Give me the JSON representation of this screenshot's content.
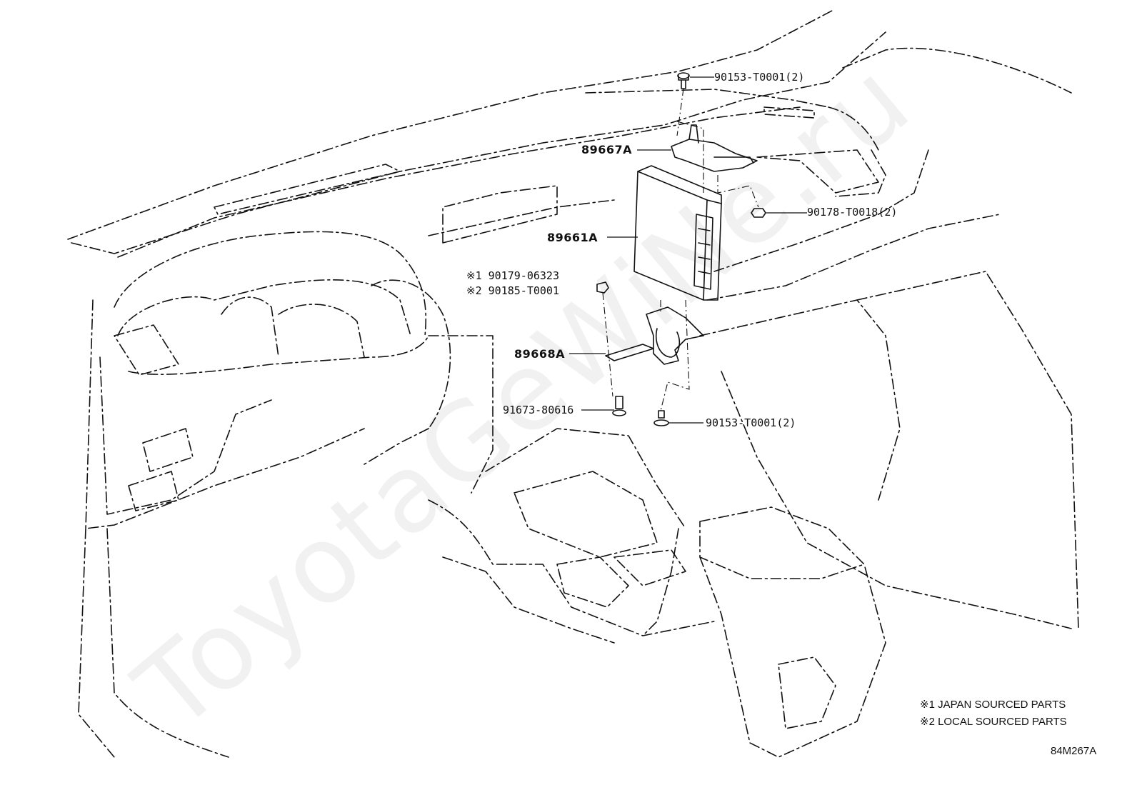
{
  "watermark": "ToyotaGeWiNe.ru",
  "labels": {
    "p1": "90153-T0001(2)",
    "p2": "89667A",
    "p3": "90178-T0018(2)",
    "p4": "89661A",
    "p5a": "※1 90179-06323",
    "p5b": "※2 90185-T0001",
    "p6": "89668A",
    "p7": "91673-80616",
    "p8": "90153-T0001(2)"
  },
  "notes": {
    "n1": "※1 JAPAN SOURCED PARTS",
    "n2": "※2 LOCAL SOURCED PARTS"
  },
  "figure_code": "84M267A"
}
